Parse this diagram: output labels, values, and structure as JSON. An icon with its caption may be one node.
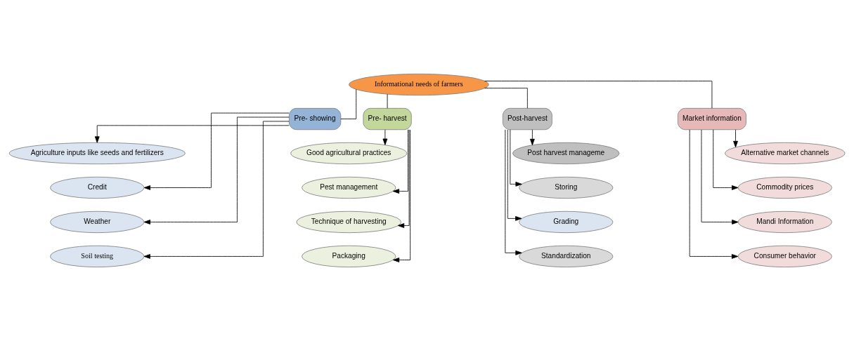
{
  "diagram": {
    "nodes": [
      {
        "text": [
          "Informational needs of farmers"
        ]
      },
      {
        "text": [
          "Pre- showing"
        ]
      },
      {
        "text": [
          "Agriculture inputs like seeds and fertilizers"
        ]
      },
      {
        "text": [
          "Credit"
        ]
      },
      {
        "text": [
          "Weather"
        ]
      },
      {
        "text": [
          "Soil testing"
        ]
      },
      {
        "text": [
          "Pre- harvest"
        ]
      },
      {
        "text": [
          "Good agricultural practices"
        ]
      },
      {
        "text": [
          "Pest management"
        ]
      },
      {
        "text": [
          "Technique of harvesting"
        ]
      },
      {
        "text": [
          "Packaging"
        ]
      },
      {
        "text": [
          "Post-harvest"
        ]
      },
      {
        "text": [
          "Post harvest manageme"
        ]
      },
      {
        "text": [
          "Storing"
        ]
      },
      {
        "text": [
          "Grading"
        ]
      },
      {
        "text": [
          "Standardization"
        ]
      },
      {
        "text": [
          "Market information"
        ]
      },
      {
        "text": [
          "Alternative market channels"
        ]
      },
      {
        "text": [
          "Commodity prices"
        ]
      },
      {
        "text": [
          "Mandi Information"
        ]
      },
      {
        "text": [
          "Consumer behavior"
        ]
      }
    ],
    "edges": [
      {
        "from": 0,
        "to": 1,
        "arrow": "none"
      },
      {
        "from": 0,
        "to": 6,
        "arrow": "none"
      },
      {
        "from": 0,
        "to": 11,
        "arrow": "none"
      },
      {
        "from": 0,
        "to": 16,
        "arrow": "none"
      },
      {
        "from": 1,
        "to": 2,
        "arrow": "to"
      },
      {
        "from": 1,
        "to": 3,
        "arrow": "to"
      },
      {
        "from": 1,
        "to": 4,
        "arrow": "to"
      },
      {
        "from": 1,
        "to": 5,
        "arrow": "to"
      },
      {
        "from": 6,
        "to": 7,
        "arrow": "to"
      },
      {
        "from": 6,
        "to": 8,
        "arrow": "to"
      },
      {
        "from": 6,
        "to": 9,
        "arrow": "to"
      },
      {
        "from": 6,
        "to": 10,
        "arrow": "to"
      },
      {
        "from": 11,
        "to": 12,
        "arrow": "to"
      },
      {
        "from": 11,
        "to": 13,
        "arrow": "to"
      },
      {
        "from": 11,
        "to": 14,
        "arrow": "to"
      },
      {
        "from": 11,
        "to": 15,
        "arrow": "to"
      },
      {
        "from": 16,
        "to": 17,
        "arrow": "to"
      },
      {
        "from": 16,
        "to": 18,
        "arrow": "to"
      },
      {
        "from": 16,
        "to": 19,
        "arrow": "to"
      },
      {
        "from": 16,
        "to": 20,
        "arrow": "to"
      }
    ]
  }
}
